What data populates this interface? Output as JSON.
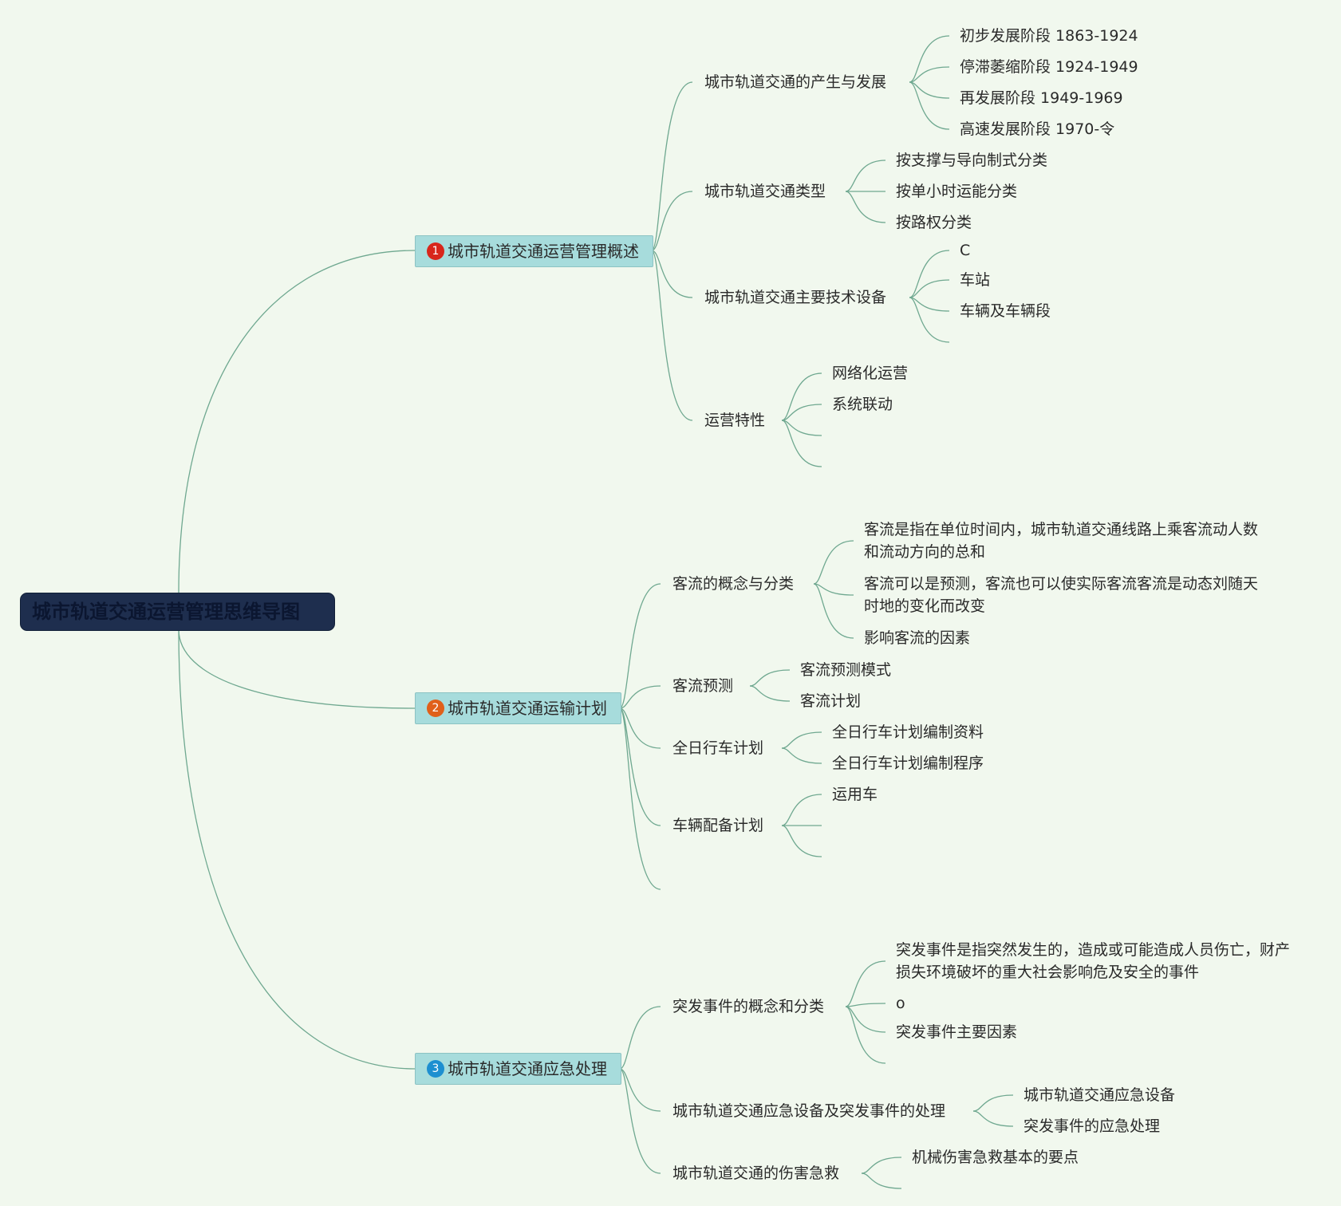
{
  "root": {
    "label": "城市轨道交通运营管理思维导图"
  },
  "branches": [
    {
      "badge": "1",
      "badge_color": "#d8261b",
      "label": "城市轨道交通运营管理概述",
      "children": [
        {
          "label": "城市轨道交通的产生与发展",
          "children": [
            "初步发展阶段 1863-1924",
            "停滞萎缩阶段 1924-1949",
            "再发展阶段 1949-1969",
            "高速发展阶段 1970-令"
          ]
        },
        {
          "label": "城市轨道交通类型",
          "children": [
            "按支撑与导向制式分类",
            "按单小时运能分类",
            "按路权分类"
          ]
        },
        {
          "label": "城市轨道交通主要技术设备",
          "children": [
            "C",
            "车站",
            "车辆及车辆段"
          ]
        },
        {
          "label": "运营特性",
          "children": [
            "网络化运营",
            "系统联动"
          ]
        }
      ]
    },
    {
      "badge": "2",
      "badge_color": "#e0601a",
      "label": "城市轨道交通运输计划",
      "children": [
        {
          "label": "客流的概念与分类",
          "children": [
            "客流是指在单位时间内，城市轨道交通线路上乘客流动人数和流动方向的总和",
            "客流可以是预测，客流也可以使实际客流客流是动态刘随天时地的变化而改变",
            "影响客流的因素"
          ]
        },
        {
          "label": "客流预测",
          "children": [
            "客流预测模式",
            "客流计划"
          ]
        },
        {
          "label": "全日行车计划",
          "children": [
            "全日行车计划编制资料",
            "全日行车计划编制程序"
          ]
        },
        {
          "label": "车辆配备计划",
          "children": [
            "运用车"
          ]
        }
      ]
    },
    {
      "badge": "3",
      "badge_color": "#1d8fd0",
      "label": "城市轨道交通应急处理",
      "children": [
        {
          "label": "突发事件的概念和分类",
          "children": [
            "突发事件是指突然发生的，造成或可能造成人员伤亡，财产损失环境破坏的重大社会影响危及安全的事件",
            "o",
            "突发事件主要因素"
          ]
        },
        {
          "label": "城市轨道交通应急设备及突发事件的处理",
          "children": [
            "城市轨道交通应急设备",
            "突发事件的应急处理"
          ]
        },
        {
          "label": "城市轨道交通的伤害急救",
          "children": [
            "机械伤害急救基本的要点"
          ]
        }
      ]
    }
  ]
}
